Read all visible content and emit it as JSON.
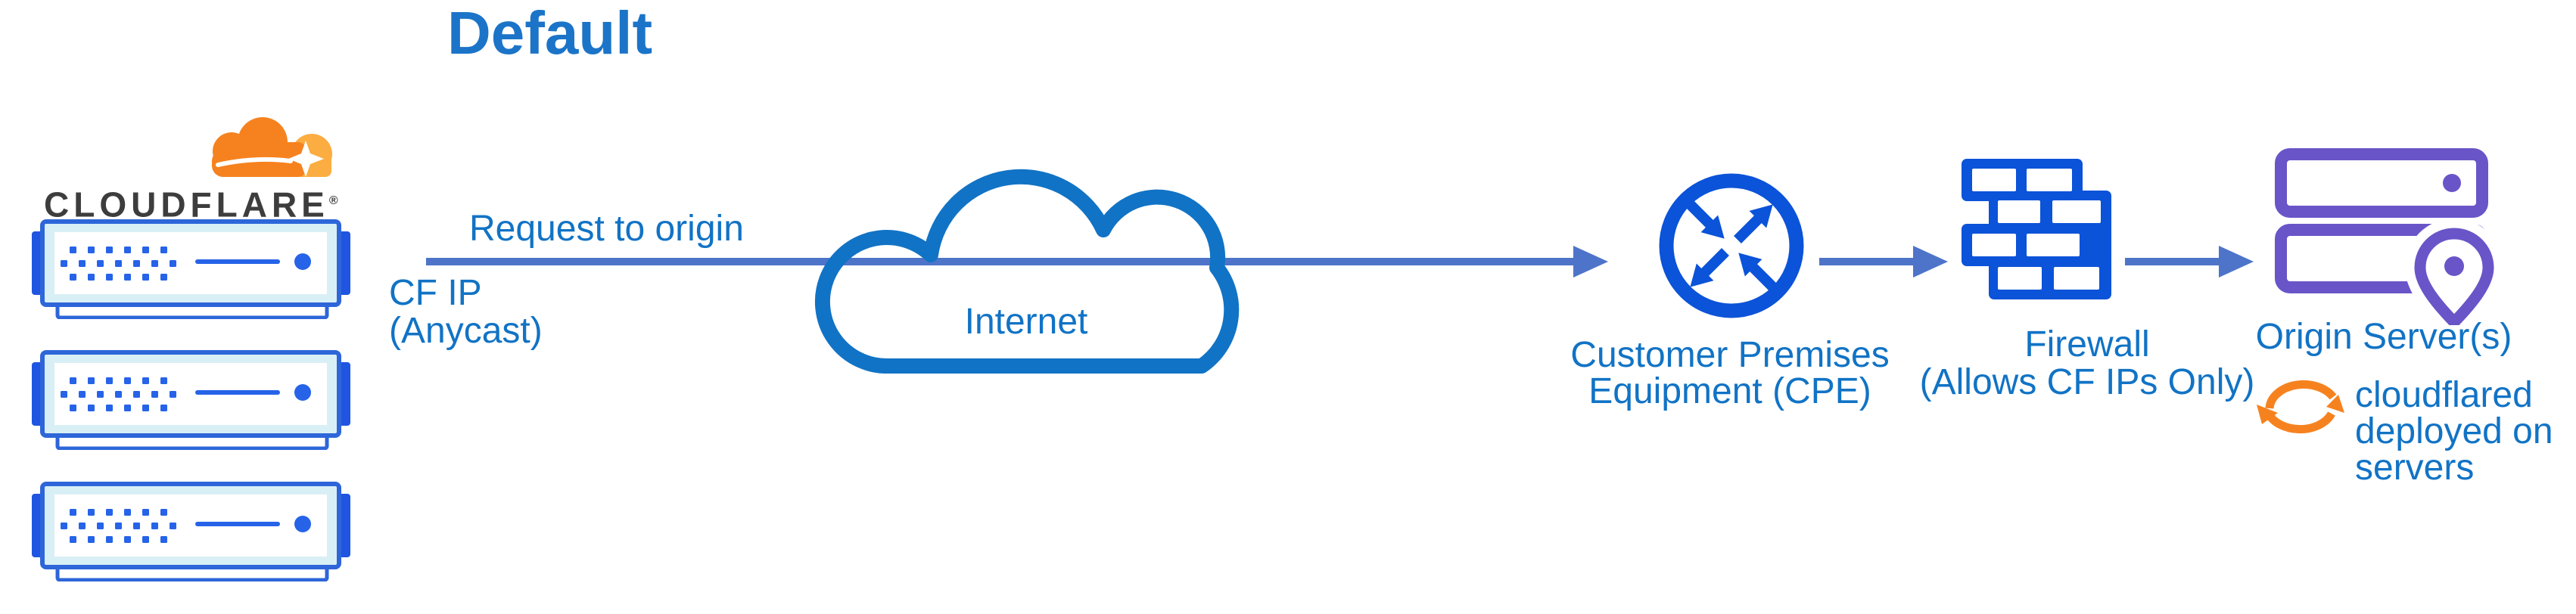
{
  "title": "Default",
  "brand": {
    "wordmark": "CLOUDFLARE",
    "registered_mark": "®"
  },
  "flow": {
    "arrow_label": "Request to origin",
    "cf_ip_lines": [
      "CF IP",
      "(Anycast)"
    ],
    "internet_label": "Internet",
    "cpe_label_lines": [
      "Customer Premises",
      "Equipment (CPE)"
    ],
    "firewall_label_lines": [
      "Firewall",
      "(Allows CF IPs Only)"
    ],
    "origin_label": "Origin Server(s)",
    "cloudflared_note_lines": [
      "cloudflared",
      "deployed on",
      "servers"
    ]
  },
  "icons": {
    "cloudflare-logo-icon": "orange cloudflare cloud logo",
    "edge-server-icon": "blue rack server with dot matrix",
    "internet-cloud-icon": "blue outlined cloud",
    "cpe-router-icon": "circle with four exchange arrows",
    "firewall-icon": "blue brick wall",
    "origin-servers-icon": "two purple server bars with location pin",
    "location-pin-icon": "map location pin",
    "sync-arrows-icon": "orange circular refresh arrows"
  },
  "colors": {
    "label_blue": "#1173c5",
    "title_blue": "#1b74c8",
    "arrow_blue": "#4e74c9",
    "icon_blue": "#0b53d8",
    "server_border": "#2e66d9",
    "server_tab": "#1f55e0",
    "server_dot": "#2663e8",
    "server_fill": "#d9eff6",
    "purple": "#6955c8",
    "orange": "#f6821f",
    "orange_light": "#fbad41",
    "ink": "#3d3d3d"
  }
}
